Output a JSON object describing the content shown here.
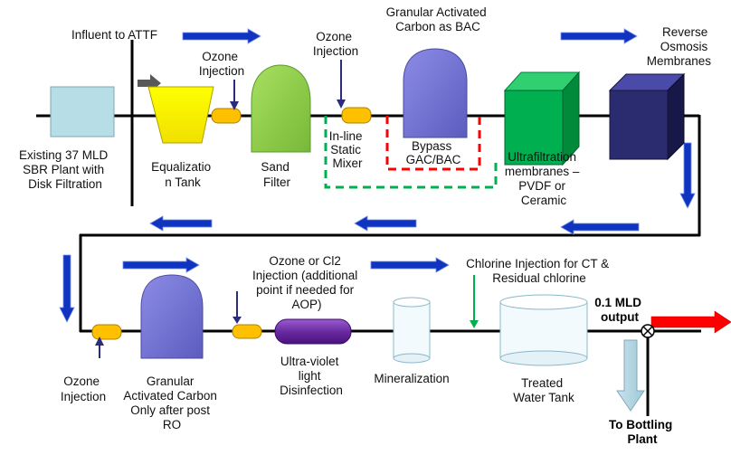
{
  "labels": {
    "influent": "Influent to ATTF",
    "existing_plant": [
      "Existing 37 MLD",
      "SBR Plant with",
      "Disk Filtration"
    ],
    "ozone_injection_1": [
      "Ozone",
      "Injection"
    ],
    "equalization_tank": [
      "Equalizatio",
      "n Tank"
    ],
    "sand_filter": [
      "Sand",
      "Filter"
    ],
    "ozone_injection_2": [
      "Ozone",
      "Injection"
    ],
    "inline_mixer": [
      "In-line",
      "Static",
      "Mixer"
    ],
    "gac_bac": [
      "Granular Activated",
      "Carbon as BAC"
    ],
    "bypass": [
      "Bypass",
      "GAC/BAC"
    ],
    "ultrafiltration": [
      "Ultrafiltration",
      "membranes –",
      "PVDF or",
      "Ceramic"
    ],
    "reverse_osmosis": [
      "Reverse",
      "Osmosis",
      "Membranes"
    ],
    "ozone_injection_3": [
      "Ozone",
      "Injection"
    ],
    "gac_post_ro": [
      "Granular",
      "Activated Carbon",
      "Only after post",
      "RO"
    ],
    "ozone_cl2": [
      "Ozone or Cl2",
      "Injection (additional",
      "point if needed for",
      "AOP)"
    ],
    "uv": [
      "Ultra-violet",
      "light",
      "Disinfection"
    ],
    "mineralization": "Mineralization",
    "chlorine_injection": [
      "Chlorine Injection for CT &",
      "Residual chlorine"
    ],
    "treated_tank": [
      "Treated",
      "Water Tank"
    ],
    "output": [
      "0.1 MLD",
      "output"
    ],
    "bottling": [
      "To Bottling",
      "Plant"
    ]
  },
  "colors": {
    "flow_arrow": "#1034c0",
    "output_arrow": "#ff0000",
    "existing_plant": "#b7dde6",
    "equalization_tank": "#ffff00",
    "injection_point": "#ffc000",
    "sand_filter": "#92d050",
    "gac": "#7a7ad6",
    "ultrafiltration": "#00b050",
    "reverse_osmosis": "#2b2b70",
    "uv_lamp": "#7030a0",
    "chlorine_line": "#00b050",
    "bypass_green": "#00b050",
    "bypass_red": "#ff0000"
  }
}
